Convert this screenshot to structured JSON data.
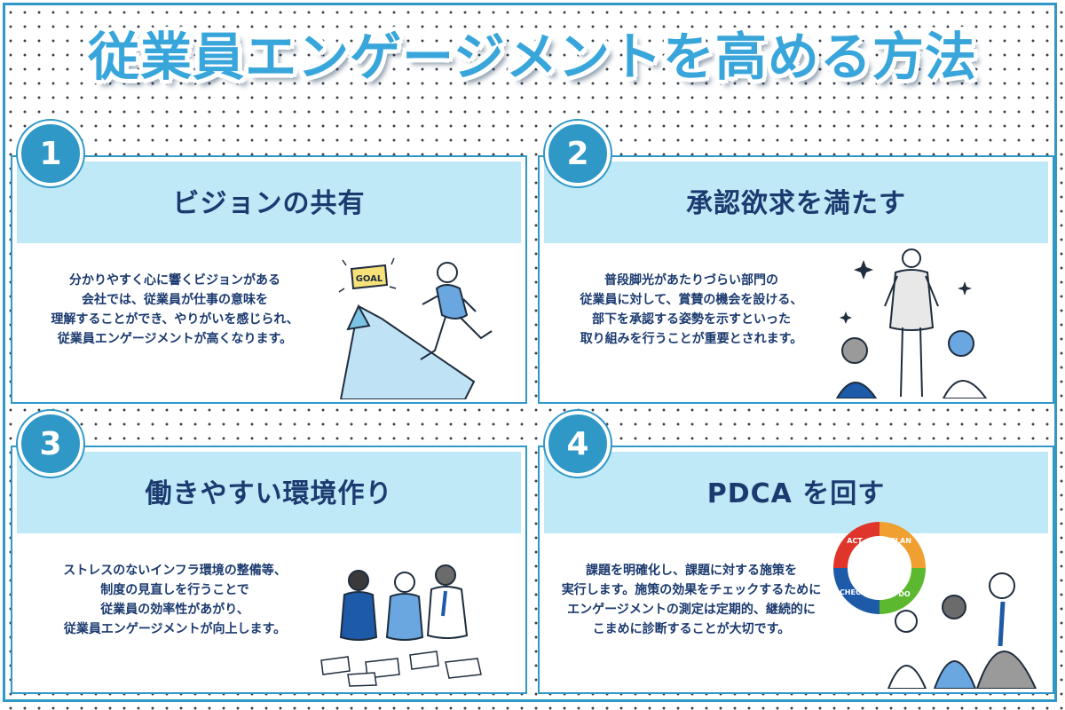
{
  "title": "従業員エンゲージメントを高める方法",
  "colors": {
    "accent": "#2f98c6",
    "header": "#bfe9f7",
    "text": "#1b3a6f"
  },
  "cards": [
    {
      "number": "1",
      "heading": "ビジョンの共有",
      "lines": [
        "分かりやすく心に響くビジョンがある",
        "会社では、従業員が仕事の意味を",
        "理解することができ、やりがいを感じられ、",
        "従業員エンゲージメントが高くなります。"
      ],
      "illustration": "running-to-goal",
      "goal_label": "GOAL"
    },
    {
      "number": "2",
      "heading": "承認欲求を満たす",
      "lines": [
        "普段脚光があたりづらい部門の",
        "従業員に対して、賞賛の機会を設ける、",
        "部下を承認する姿勢を示すといった",
        "取り組みを行うことが重要とされます。"
      ],
      "illustration": "praised-employee"
    },
    {
      "number": "3",
      "heading": "働きやすい環境作り",
      "lines": [
        "ストレスのないインフラ環境の整備等、",
        "制度の見直しを行うことで",
        "従業員の効率性があがり、",
        "従業員エンゲージメントが向上します。"
      ],
      "illustration": "team-meeting"
    },
    {
      "number": "4",
      "heading": "PDCA を回す",
      "lines": [
        "課題を明確化し、課題に対する施策を",
        "実行します。施策の効果をチェックするために",
        "エンゲージメントの測定は定期的、継続的に",
        "こまめに診断することが大切です。"
      ],
      "illustration": "pdca-cycle",
      "cycle_labels": [
        "PLAN",
        "DO",
        "CHECK",
        "ACT"
      ]
    }
  ]
}
